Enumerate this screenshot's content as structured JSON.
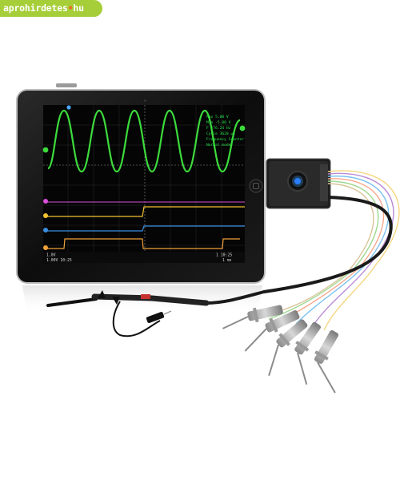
{
  "watermark": {
    "brand": "aprohirdetes",
    "dot": "•",
    "tld": "hu"
  },
  "scene": {
    "device-icon": "tablet",
    "probe-icon": "oscilloscope-probe",
    "logic-clip-icon": "logic-analyzer-test-clip"
  },
  "colors": {
    "brand_green": "#a6ce39",
    "brand_orange": "#f26b21",
    "trace_green": "#3ddc3d",
    "trace_yellow": "#f2c230",
    "trace_blue": "#3b8ee0",
    "trace_orange": "#f0a23a"
  },
  "screen": {
    "measurements": [
      "Max 5.00 V",
      "Min -5.00 V",
      "F 276.24 Hz",
      "Cycle 3620 µs",
      "Frequency Counter",
      "Normal mode"
    ],
    "bottom_left": "1.0V",
    "bottom_left_2": "1.00V 10:25",
    "bottom_right": "1 10:25",
    "bottom_right_2": "1 ms"
  }
}
